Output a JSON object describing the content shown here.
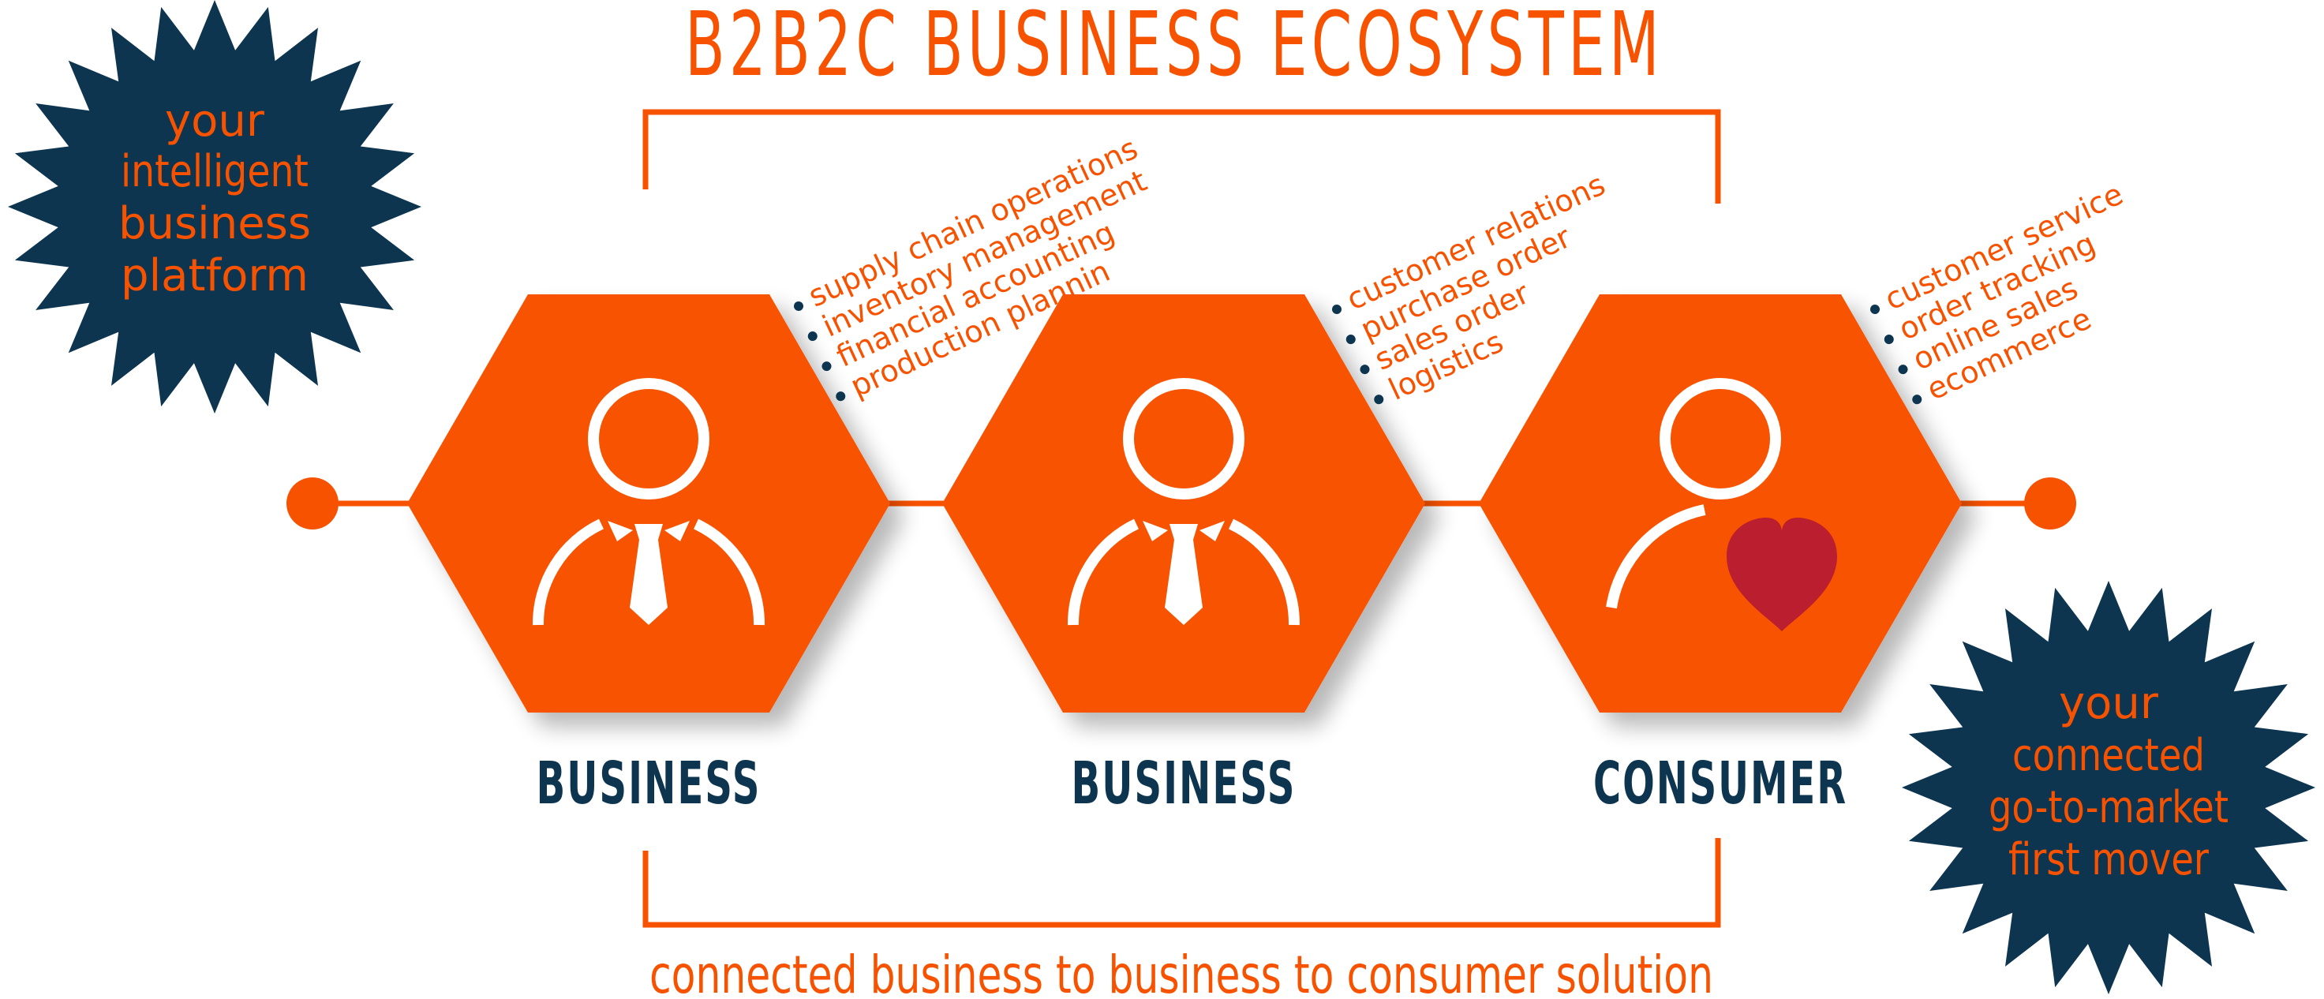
{
  "title": "B2B2C BUSINESS ECOSYSTEM",
  "footer": "connected business to business to consumer solution",
  "colors": {
    "orange": "#f75200",
    "navy": "#0d3550",
    "heart": "#bb1e2e",
    "white": "#ffffff"
  },
  "bursts": {
    "left": {
      "lines": [
        "your",
        "intelligent",
        "business",
        "platform"
      ]
    },
    "right": {
      "lines": [
        "your",
        "connected",
        "go-to-market",
        "first mover"
      ]
    }
  },
  "nodes": [
    {
      "label": "BUSINESS",
      "icon": "businessman-icon",
      "bullets": [
        "supply chain operations",
        "inventory management",
        "financial accounting",
        "production plannin"
      ]
    },
    {
      "label": "BUSINESS",
      "icon": "businessman-icon",
      "bullets": [
        "customer relations",
        "purchase order",
        "sales order",
        "logistics"
      ]
    },
    {
      "label": "CONSUMER",
      "icon": "consumer-heart-icon",
      "bullets": [
        "customer service",
        "order tracking",
        "online sales",
        "ecommerce"
      ]
    }
  ]
}
